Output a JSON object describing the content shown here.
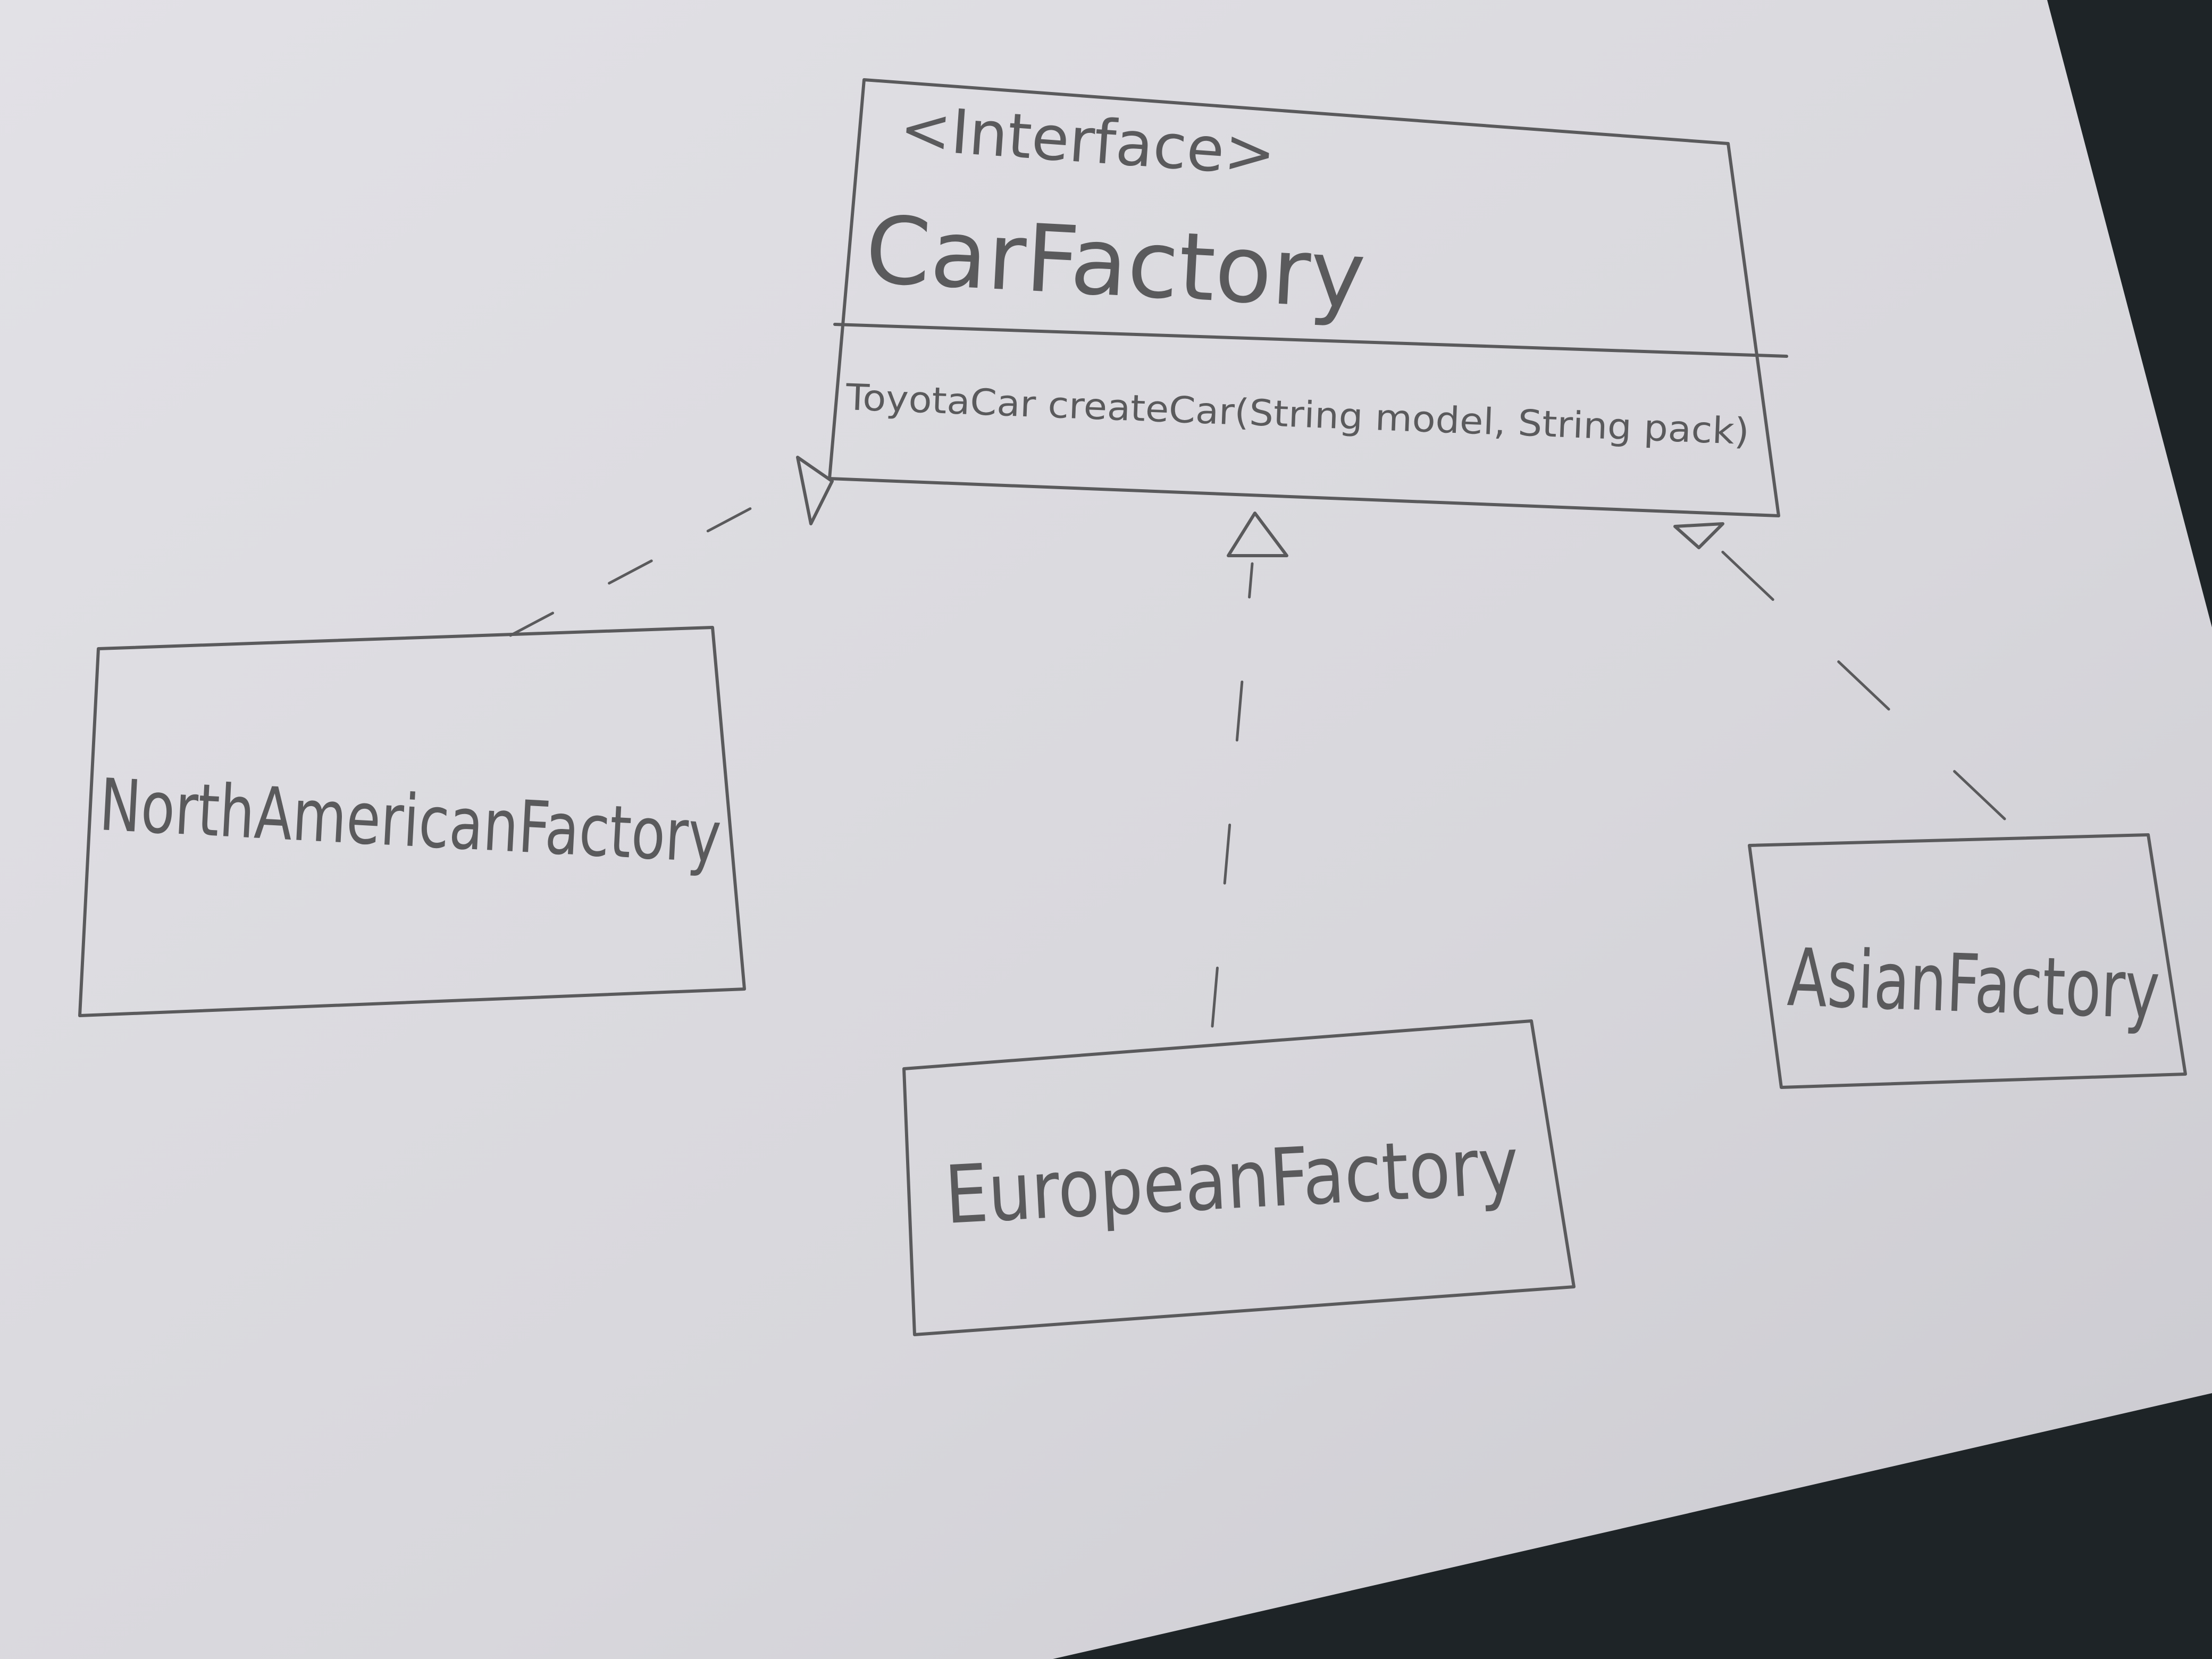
{
  "colors": {
    "paper": "#dcdbe0",
    "paper_shadow": "#c9c8ce",
    "pencil": "#5a5a5c",
    "background": "#1e2427"
  },
  "diagram": {
    "interface": {
      "stereotype": "<Interface>",
      "name": "CarFactory",
      "method": "ToyotaCar createCar(String model, String pack)"
    },
    "implementations": [
      {
        "name": "NorthAmericanFactory"
      },
      {
        "name": "EuropeanFactory"
      },
      {
        "name": "AsianFactory"
      }
    ],
    "relations": [
      {
        "from": "NorthAmericanFactory",
        "to": "CarFactory",
        "type": "realization"
      },
      {
        "from": "EuropeanFactory",
        "to": "CarFactory",
        "type": "realization"
      },
      {
        "from": "AsianFactory",
        "to": "CarFactory",
        "type": "realization"
      }
    ]
  }
}
